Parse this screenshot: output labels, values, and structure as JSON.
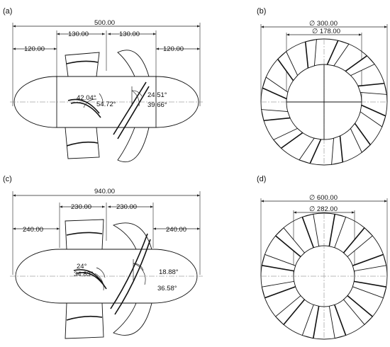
{
  "panels": {
    "a": {
      "label": "(a)",
      "overall": "500.00",
      "rotor_left": "130.00",
      "rotor_right": "130.00",
      "nose_left": "120.00",
      "nose_right": "120.00",
      "angle1": "42.04°",
      "angle2": "54.72°",
      "angle3": "24.51°",
      "angle4": "39.66°"
    },
    "b": {
      "label": "(b)",
      "outer_diameter": "∅ 300.00",
      "inner_diameter": "∅ 178.00"
    },
    "c": {
      "label": "(c)",
      "overall": "940.00",
      "rotor_left": "230.00",
      "rotor_right": "230.00",
      "nose_left": "240.00",
      "nose_right": "240.00",
      "angle1": "24°",
      "angle2": "34.83°",
      "angle3": "18.88°",
      "angle4": "36.58°"
    },
    "d": {
      "label": "(d)",
      "outer_diameter": "∅ 600.00",
      "inner_diameter": "∅ 282.00"
    }
  }
}
